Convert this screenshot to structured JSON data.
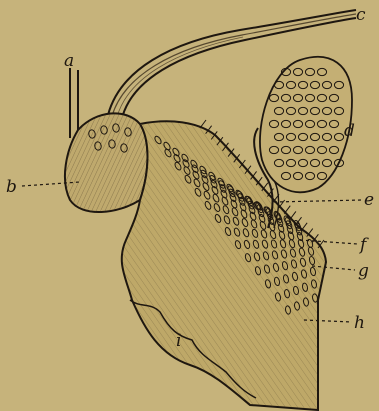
{
  "figure": {
    "labels": {
      "a": "a",
      "b": "b",
      "c": "c",
      "d": "d",
      "e": "e",
      "f": "f",
      "g": "g",
      "h": "h",
      "i": "i"
    },
    "colors": {
      "paper": "#c9b77e",
      "ink": "#1e1710",
      "shadow": "#a8965f"
    }
  }
}
